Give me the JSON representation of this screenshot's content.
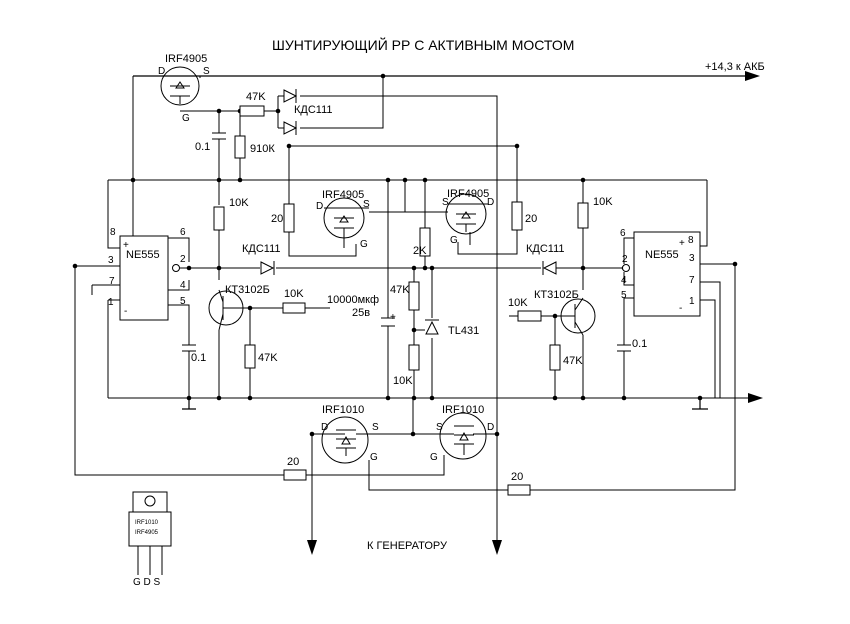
{
  "title": "ШУНТИРУЮЩИЙ РР С АКТИВНЫМ МОСТОМ",
  "output_label": "+14,3  к АКБ",
  "bottom_label": "К ГЕНЕРАТОРУ",
  "top_mosfet": {
    "name": "IRF4905",
    "d": "D",
    "s": "S",
    "g": "G"
  },
  "mid_mosfet_left": {
    "name": "IRF4905",
    "d": "D",
    "s": "S",
    "g": "G"
  },
  "mid_mosfet_right": {
    "name": "IRF4905",
    "d": "D",
    "s": "S",
    "g": "G"
  },
  "low_mosfet_left": {
    "name": "IRF1010",
    "d": "D",
    "s": "S",
    "g": "G"
  },
  "low_mosfet_right": {
    "name": "IRF1010",
    "d": "D",
    "s": "S",
    "g": "G"
  },
  "left_timer": {
    "name": "NE555",
    "plus": "+",
    "minus": "-",
    "p8": "8",
    "p6": "6",
    "p2": "2",
    "p3": "3",
    "p4": "4",
    "p7": "7",
    "p5": "5",
    "p1": "1"
  },
  "right_timer": {
    "name": "NE555",
    "plus": "+",
    "minus": "-",
    "p6": "6",
    "p8": "8",
    "p2": "2",
    "p3": "3",
    "p4": "4",
    "p5": "5",
    "p7": "7",
    "p1": "1"
  },
  "components": {
    "r_47k_top": "47K",
    "d_top": "КДС111",
    "c_01_top": "0.1",
    "r_910k": "910К",
    "r_10k_left": "10K",
    "r_20_left": "20",
    "r_20_right": "20",
    "r_2k": "2K",
    "r_10k_right": "10K",
    "d_left": "КДС111",
    "d_right": "КДС111",
    "t_left": "КТ3102Б",
    "t_right": "КТ3102Б",
    "r_10k_base_left": "10K",
    "r_10k_base_right": "10K",
    "c_big": "10000мкф",
    "c_big_v": "25в",
    "c_big_plus": "+",
    "r_47k_div": "47K",
    "r_10k_div": "10K",
    "tl431": "TL431",
    "r_47k_left": "47K",
    "r_47k_right": "47K",
    "c_01_left": "0.1",
    "c_01_right": "0.1",
    "r_20_bot_left": "20",
    "r_20_bot_right": "20"
  },
  "package": {
    "line1": "IRF1010",
    "line2": "IRF4905",
    "pins": "G D S"
  }
}
